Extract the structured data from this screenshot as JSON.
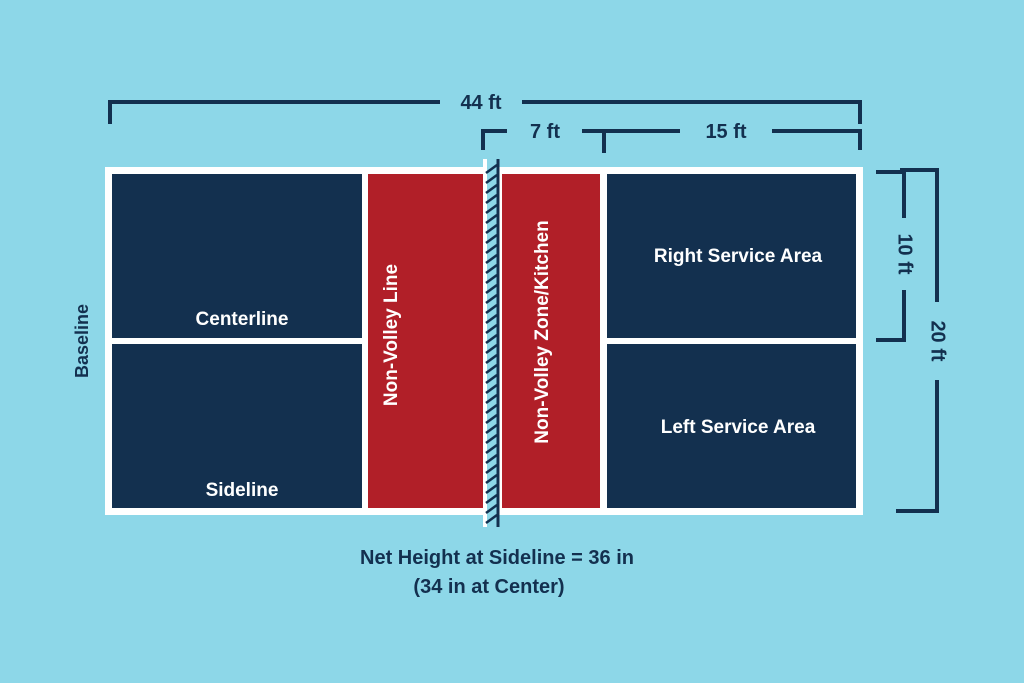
{
  "colors": {
    "background": "#8dd7e8",
    "court_blue": "#13304f",
    "kitchen_red": "#b11f28",
    "lines": "#ffffff",
    "dimension": "#13304f"
  },
  "dimensions": {
    "total_length": "44 ft",
    "kitchen_length": "7 ft",
    "service_length": "15 ft",
    "half_width": "10 ft",
    "total_width": "20 ft"
  },
  "labels": {
    "baseline": "Baseline",
    "centerline": "Centerline",
    "sideline": "Sideline",
    "non_volley_line": "Non-Volley Line",
    "kitchen": "Non-Volley Zone/Kitchen",
    "right_service": "Right Service Area",
    "left_service": "Left Service Area"
  },
  "caption": {
    "line1": "Net Height at Sideline = 36 in",
    "line2": "(34 in at Center)"
  }
}
